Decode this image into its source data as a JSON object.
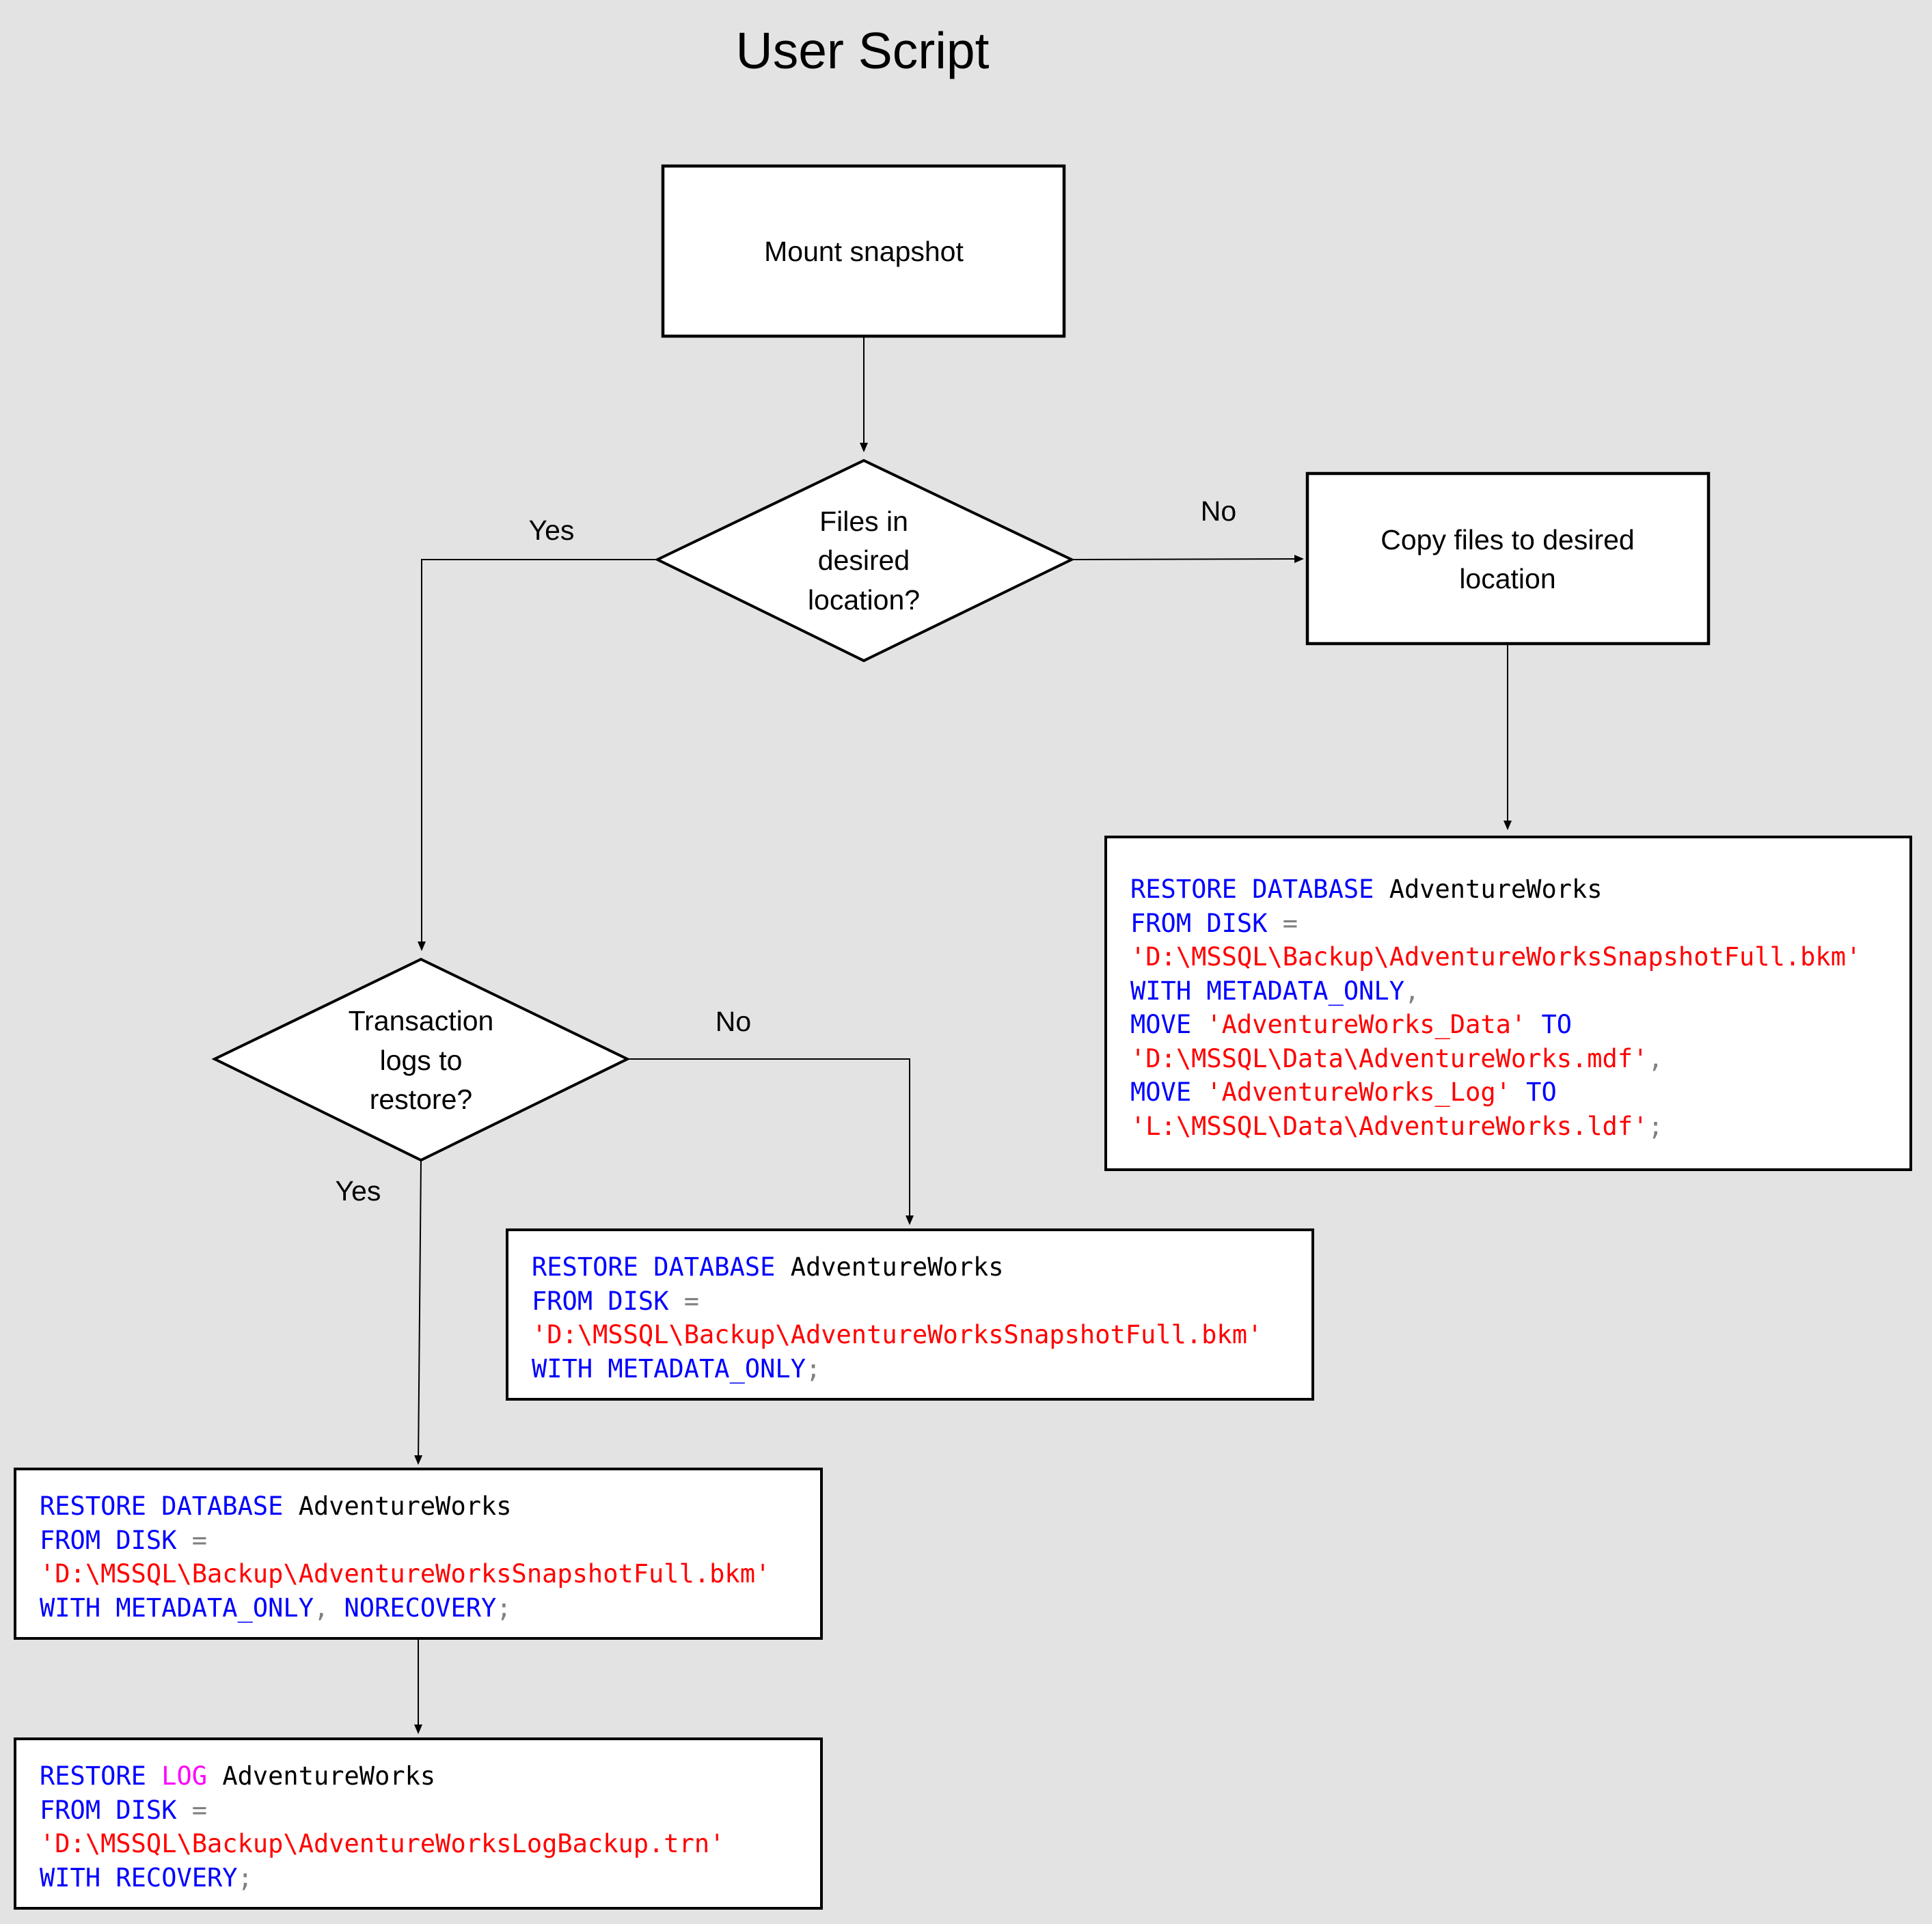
{
  "title": "User Script",
  "colors": {
    "background": "#e3e3e3",
    "keyword": "#0000ff",
    "function": "#ff00ff",
    "string": "#ff0000",
    "operator": "#808080",
    "identifier": "#000000"
  },
  "nodes": {
    "mount": "Mount snapshot",
    "files_decision": [
      "Files in",
      "desired",
      "location?"
    ],
    "copy": [
      "Copy files to desired",
      "location"
    ],
    "logs_decision": [
      "Transaction",
      "logs to",
      "restore?"
    ]
  },
  "edge_labels": {
    "files_yes": "Yes",
    "files_no": "No",
    "logs_no": "No",
    "logs_yes": "Yes"
  },
  "code_blocks": {
    "restore_move": [
      [
        {
          "t": "RESTORE DATABASE",
          "c": "keyword"
        },
        {
          "t": " AdventureWorks",
          "c": "identifier"
        }
      ],
      [
        {
          "t": "FROM DISK",
          "c": "keyword"
        },
        {
          "t": " =",
          "c": "operator"
        }
      ],
      [
        {
          "t": "'D:\\MSSQL\\Backup\\AdventureWorksSnapshotFull.bkm'",
          "c": "string"
        }
      ],
      [
        {
          "t": "WITH METADATA_ONLY",
          "c": "keyword"
        },
        {
          "t": ",",
          "c": "operator"
        }
      ],
      [
        {
          "t": "MOVE",
          "c": "keyword"
        },
        {
          "t": " 'AdventureWorks_Data'",
          "c": "string"
        },
        {
          "t": " TO",
          "c": "keyword"
        }
      ],
      [
        {
          "t": "'D:\\MSSQL\\Data\\AdventureWorks.mdf'",
          "c": "string"
        },
        {
          "t": ",",
          "c": "operator"
        }
      ],
      [
        {
          "t": "MOVE",
          "c": "keyword"
        },
        {
          "t": " 'AdventureWorks_Log'",
          "c": "string"
        },
        {
          "t": " TO",
          "c": "keyword"
        }
      ],
      [
        {
          "t": "'L:\\MSSQL\\Data\\AdventureWorks.ldf'",
          "c": "string"
        },
        {
          "t": ";",
          "c": "operator"
        }
      ]
    ],
    "restore_metadata": [
      [
        {
          "t": "RESTORE DATABASE",
          "c": "keyword"
        },
        {
          "t": " AdventureWorks",
          "c": "identifier"
        }
      ],
      [
        {
          "t": "FROM DISK",
          "c": "keyword"
        },
        {
          "t": " =",
          "c": "operator"
        }
      ],
      [
        {
          "t": "'D:\\MSSQL\\Backup\\AdventureWorksSnapshotFull.bkm'",
          "c": "string"
        }
      ],
      [
        {
          "t": "WITH METADATA_ONLY",
          "c": "keyword"
        },
        {
          "t": ";",
          "c": "operator"
        }
      ]
    ],
    "restore_norecovery": [
      [
        {
          "t": "RESTORE DATABASE",
          "c": "keyword"
        },
        {
          "t": " AdventureWorks",
          "c": "identifier"
        }
      ],
      [
        {
          "t": "FROM DISK",
          "c": "keyword"
        },
        {
          "t": " =",
          "c": "operator"
        }
      ],
      [
        {
          "t": "'D:\\MSSQL\\Backup\\AdventureWorksSnapshotFull.bkm'",
          "c": "string"
        }
      ],
      [
        {
          "t": "WITH METADATA_ONLY",
          "c": "keyword"
        },
        {
          "t": ",",
          "c": "operator"
        },
        {
          "t": " NORECOVERY",
          "c": "keyword"
        },
        {
          "t": ";",
          "c": "operator"
        }
      ]
    ],
    "restore_log": [
      [
        {
          "t": "RESTORE",
          "c": "keyword"
        },
        {
          "t": " LOG",
          "c": "function"
        },
        {
          "t": " AdventureWorks",
          "c": "identifier"
        }
      ],
      [
        {
          "t": "FROM DISK",
          "c": "keyword"
        },
        {
          "t": " =",
          "c": "operator"
        }
      ],
      [
        {
          "t": "'D:\\MSSQL\\Backup\\AdventureWorksLogBackup.trn'",
          "c": "string"
        }
      ],
      [
        {
          "t": "WITH RECOVERY",
          "c": "keyword"
        },
        {
          "t": ";",
          "c": "operator"
        }
      ]
    ]
  }
}
